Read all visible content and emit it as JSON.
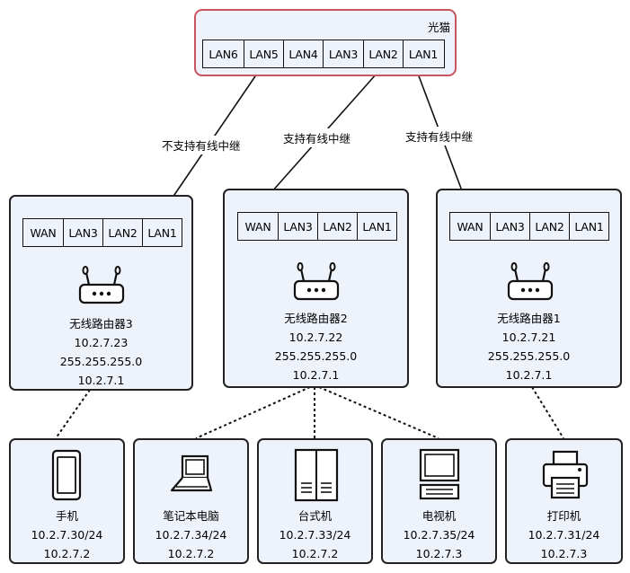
{
  "modem": {
    "label": "光猫",
    "ports": [
      "LAN6",
      "LAN5",
      "LAN4",
      "LAN3",
      "LAN2",
      "LAN1"
    ]
  },
  "links": {
    "r3": "不支持有线中继",
    "r2": "支持有线中继",
    "r1": "支持有线中继"
  },
  "routers": [
    {
      "name": "无线路由器3",
      "ip": "10.2.7.23",
      "mask": "255.255.255.0",
      "gateway": "10.2.7.1",
      "ports": [
        "WAN",
        "LAN3",
        "LAN2",
        "LAN1"
      ],
      "icon": "router-icon"
    },
    {
      "name": "无线路由器2",
      "ip": "10.2.7.22",
      "mask": "255.255.255.0",
      "gateway": "10.2.7.1",
      "ports": [
        "WAN",
        "LAN3",
        "LAN2",
        "LAN1"
      ],
      "icon": "router-icon"
    },
    {
      "name": "无线路由器1",
      "ip": "10.2.7.21",
      "mask": "255.255.255.0",
      "gateway": "10.2.7.1",
      "ports": [
        "WAN",
        "LAN3",
        "LAN2",
        "LAN1"
      ],
      "icon": "router-icon"
    }
  ],
  "devices": [
    {
      "name": "手机",
      "ip": "10.2.7.30/24",
      "gateway": "10.2.7.2",
      "icon": "phone-icon"
    },
    {
      "name": "笔记本电脑",
      "ip": "10.2.7.34/24",
      "gateway": "10.2.7.2",
      "icon": "laptop-icon"
    },
    {
      "name": "台式机",
      "ip": "10.2.7.33/24",
      "gateway": "10.2.7.2",
      "icon": "desktop-tower-icon"
    },
    {
      "name": "电视机",
      "ip": "10.2.7.35/24",
      "gateway": "10.2.7.3",
      "icon": "tv-icon"
    },
    {
      "name": "打印机",
      "ip": "10.2.7.31/24",
      "gateway": "10.2.7.3",
      "icon": "printer-icon"
    }
  ]
}
